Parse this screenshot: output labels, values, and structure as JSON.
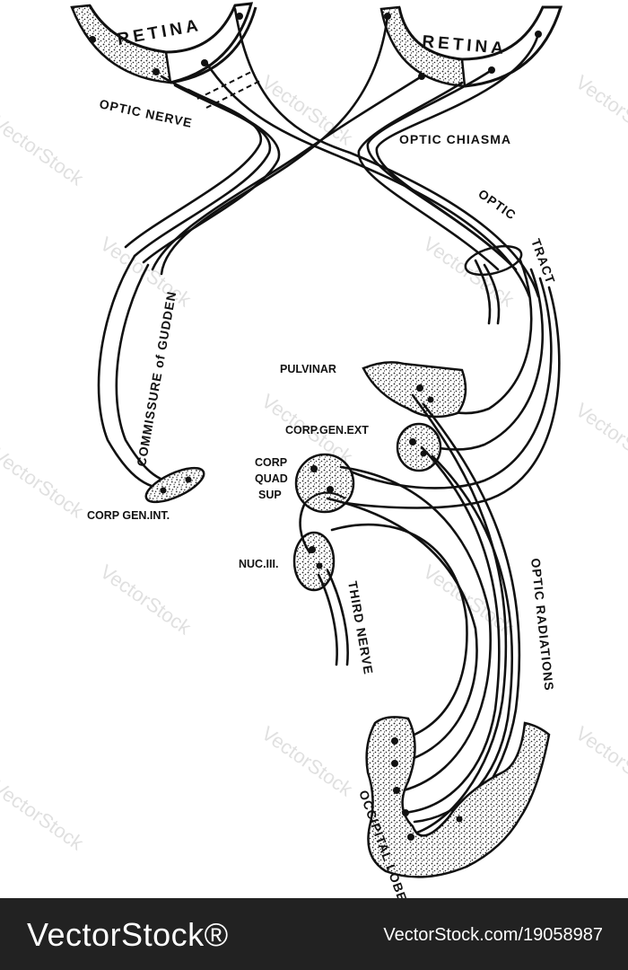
{
  "labels": {
    "retina_left": "RETINA",
    "retina_right": "RETINA",
    "optic_nerve": "OPTIC NERVE",
    "optic_chiasma": "OPTIC CHIASMA",
    "optic_tract_1": "OPTIC",
    "optic_tract_2": "TRACT",
    "commissure": "COMMISSURE of GUDDEN",
    "pulvinar": "PULVINAR",
    "corp_gen_ext": "CORP.GEN.EXT",
    "corp_quad_1": "CORP",
    "corp_quad_2": "QUAD",
    "corp_quad_3": "SUP",
    "corp_gen_int": "CORP GEN.INT.",
    "nuc_iii": "NUC.III.",
    "third_nerve": "THIRD NERVE",
    "optic_radiations": "OPTIC RADIATIONS",
    "occipital_lobe": "OCCIPITAL LOBE"
  },
  "watermark": "VectorStock",
  "footer": {
    "brand": "VectorStock®",
    "image_id": "VectorStock.com/19058987"
  },
  "colors": {
    "ink": "#111111",
    "footer_bg": "#222222",
    "watermark": "#c8c8c8"
  }
}
